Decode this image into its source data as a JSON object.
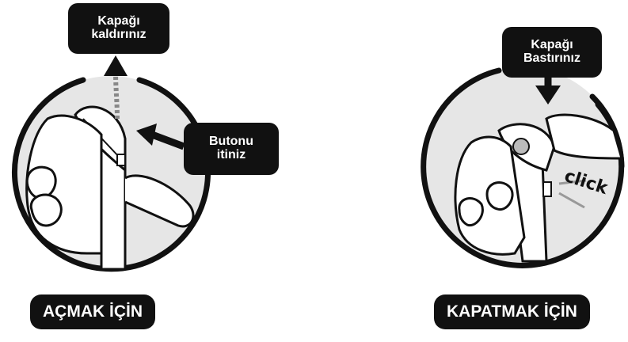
{
  "open_panel": {
    "lift_label_line1": "Kapağı",
    "lift_label_line2": "kaldırınız",
    "button_label_line1": "Butonu",
    "button_label_line2": "itiniz",
    "title": "AÇMAK İÇİN"
  },
  "close_panel": {
    "press_label_line1": "Kapağı",
    "press_label_line2": "Bastırınız",
    "sound_text": "click",
    "title": "KAPATMAK İÇİN"
  },
  "colors": {
    "ink": "#111111",
    "circle_fill": "#e6e6e6",
    "label_text": "#ffffff",
    "background": "#ffffff"
  }
}
